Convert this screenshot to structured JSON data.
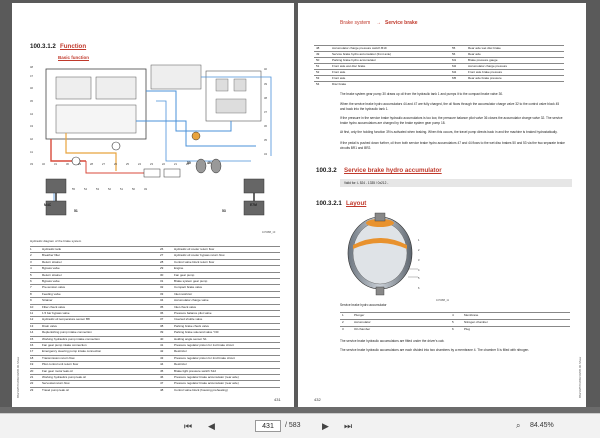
{
  "left_page": {
    "section_num": "100.3.1.2",
    "section_title": "Function",
    "subtitle": "Basic function",
    "diagram_caption": "Hydraulic diagram of the brake system",
    "ref_code": "10H4B8_10",
    "page_number": "431",
    "side_label": "BM/10/BTI/WM/40/0B.00.Sfww",
    "callouts": [
      "48",
      "47",
      "46",
      "45",
      "44",
      "43",
      "42",
      "41",
      "40",
      "39",
      "38",
      "37",
      "36",
      "35",
      "34",
      "33",
      "32",
      "31",
      "30",
      "29",
      "28",
      "27",
      "26",
      "25",
      "24",
      "23",
      "22",
      "21",
      "20",
      "55",
      "54",
      "53",
      "52",
      "51",
      "50",
      "49"
    ],
    "legend": [
      [
        "1",
        "Hydraulic tank",
        "26",
        "Hydraulic oil cooler return flow"
      ],
      [
        "2",
        "Breather filter",
        "27",
        "Hydraulic oil cooler bypass return flow"
      ],
      [
        "3",
        "Return strainer",
        "28",
        "Control valve block return flow"
      ],
      [
        "4",
        "Bypass valve",
        "29",
        "Engine"
      ],
      [
        "5",
        "Return strainer",
        "30",
        "Fan gear pump"
      ],
      [
        "6",
        "Bypass valve",
        "31",
        "Brake system gear pump"
      ],
      [
        "7",
        "Pre-tension valve",
        "32",
        "Compact brake valve"
      ],
      [
        "8",
        "Feeding valve",
        "33",
        "Inlet restrictor"
      ],
      [
        "9",
        "Strainer",
        "34",
        "Accumulator charge valve"
      ],
      [
        "10",
        "Filter check valve",
        "35",
        "Inlet check valve"
      ],
      [
        "11",
        "1.5 bar bypass valve",
        "36",
        "Pressure balance pilot valve"
      ],
      [
        "12",
        "Hydraulic oil temperature sensor B8",
        "37",
        "Inverted shuttle valve"
      ],
      [
        "13",
        "Drain valve",
        "38",
        "Parking brake check valve"
      ],
      [
        "14",
        "Replenishing pump intake connection",
        "39",
        "Parking brake solenoid valve Y30"
      ],
      [
        "15",
        "Working hydraulics pump intake connection",
        "40",
        "Holding angle sensor S1"
      ],
      [
        "16",
        "Fan gear pump intake connection",
        "41",
        "Pressure regulator piston for 1st brake circuit"
      ],
      [
        "17",
        "Emergency steering pump intake connection",
        "42",
        "Restrictor"
      ],
      [
        "18",
        "Transmission return flow",
        "43",
        "Pressure regulator piston for 2nd brake circuit"
      ],
      [
        "19",
        "Pilot control unit return flow",
        "44",
        "Restrictor"
      ],
      [
        "20",
        "Fan gear motor leak oil",
        "45",
        "Brake light pressure switch S12"
      ],
      [
        "21",
        "Working hydraulics pump leak oil",
        "46",
        "Pressure regulator brake accumulator (rear axle)"
      ],
      [
        "22",
        "Servostat return flow",
        "47",
        "Pressure regulator brake accumulator (rear axle)"
      ],
      [
        "23",
        "Travel pump leak oil",
        "48",
        "Control valve block (housing preheating)"
      ]
    ],
    "labels": {
      "m4c": "M4C",
      "e7m": "E7M",
      "n51": "51",
      "n50": "50",
      "n49": "49",
      "n53": "53"
    }
  },
  "right_page": {
    "breadcrumb_a": "Brake system",
    "breadcrumb_arrow": "→",
    "breadcrumb_b": "Service brake",
    "top_legend": [
      [
        "48",
        "Accumulator charge pressure switch B19",
        "55",
        "Rear axle wet disc brake"
      ],
      [
        "49",
        "Service brake hydro accumulator (front axle)",
        "56",
        "Rear axle"
      ],
      [
        "50",
        "Parking brake hydro accumulator",
        "M1",
        "Brake pressure gauge"
      ],
      [
        "51",
        "Front axle wet disc brake",
        "M2",
        "Accumulator charge pressure"
      ],
      [
        "52",
        "Front axle",
        "M4",
        "Front axle brake pressure"
      ],
      [
        "53",
        "Front axle",
        "M5",
        "Rear axle brake pressure"
      ],
      [
        "54",
        "Disc brake",
        "",
        ""
      ]
    ],
    "paragraphs": [
      "The brake system gear pump 30 draws up oil from the hydraulic tank 1 and pumps it to the compact brake valve 30.",
      "When the service brake hydro accumulators 44 and 47 are fully charged, the oil flows through the accumulator charge valve 32 to the control valve block 45 and back into the hydraulic tank 1.",
      "If the pressure in the service brake hydraulic accumulators is too low, the pressure balance pilot valve 36 closes the accumulator charge valve 32. The service brake hydro accumulators are charged by the brake system gear pump 18.",
      "At first, only the holding function 39 is activated when braking. When this occurs, the travel pump directs back in and the machine is braked hydrostatically.",
      "If the pedal is pushed down further, oil from both service brake hydro accumulators 47 and 44 flows to the wet disc brakes 50 and 53 via the two separate brake circuits BR1 and BR2."
    ],
    "sec2_num": "100.3.2",
    "sec2_title": "Service brake hydro accumulator",
    "valid_for": "Valid for: L 524 - 1335 / 0x212 -",
    "sec3_num": "100.3.2.1",
    "sec3_title": "Layout",
    "acc_caption": "Service brake hydro accumulator",
    "acc_ref": "10H4B8_11",
    "acc_callouts": [
      "1",
      "2",
      "3",
      "4",
      "5",
      "6"
    ],
    "acc_legend": [
      [
        "1",
        "Plunger",
        "4",
        "Membrane"
      ],
      [
        "2",
        "Accumulator",
        "5",
        "Nitrogen chamber"
      ],
      [
        "3",
        "Oil chamber",
        "6",
        "Plug"
      ]
    ],
    "bottom_paras": [
      "The service brake hydraulic accumulators are fitted under the driver's cab.",
      "The service brake hydraulic accumulators are each divided into two chambers by a membrane 4. The chamber 5 is filled with nitrogen."
    ],
    "page_number": "432",
    "side_label": "BM/10/BTI/WM/40/0B.00.Sfww"
  },
  "toolbar": {
    "first_icon": "⏮",
    "prev_icon": "◀",
    "current_page": "431",
    "total_pages": "/ 583",
    "next_icon": "▶",
    "last_icon": "⏭",
    "zoom": "84.45%"
  },
  "colors": {
    "accent": "#c0392b",
    "pipe_blue": "#4a90d9",
    "pipe_red": "#d94a3b",
    "pipe_orange": "#e8a33d",
    "acc_orange": "#e8922e"
  }
}
